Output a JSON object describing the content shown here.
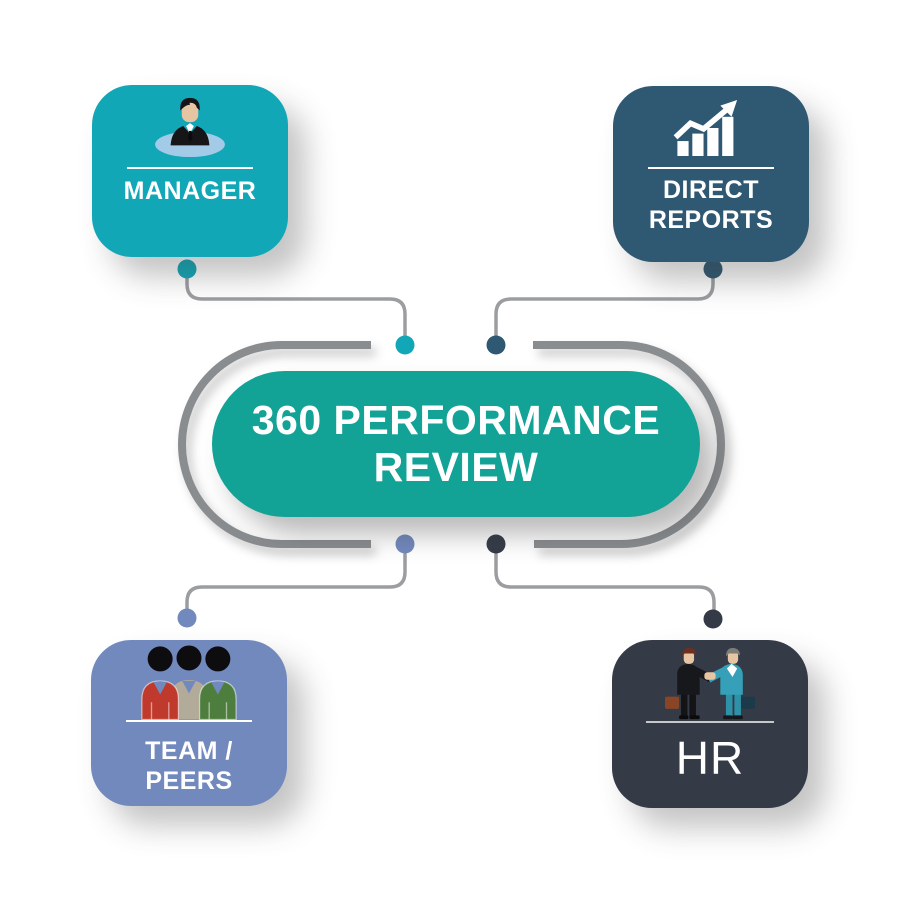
{
  "title": {
    "line1": "360 PERFORMANCE",
    "line2": "REVIEW"
  },
  "nodes": {
    "manager": {
      "label": "MANAGER",
      "color": "#12A7B7",
      "icon": "manager-person-icon"
    },
    "direct_reports": {
      "label_line1": "DIRECT",
      "label_line2": "REPORTS",
      "color": "#2F5873",
      "icon": "growth-bar-chart-icon"
    },
    "team_peers": {
      "label_line1": "TEAM /",
      "label_line2": "PEERS",
      "color": "#7289BE",
      "icon": "team-people-icon"
    },
    "hr": {
      "label": "HR",
      "color": "#343B47",
      "icon": "handshake-icon"
    }
  },
  "colors": {
    "center_pill": "#12A296",
    "ring": "#8A8D90",
    "connector": "#9B9DA0",
    "text": "#FFFFFF"
  }
}
